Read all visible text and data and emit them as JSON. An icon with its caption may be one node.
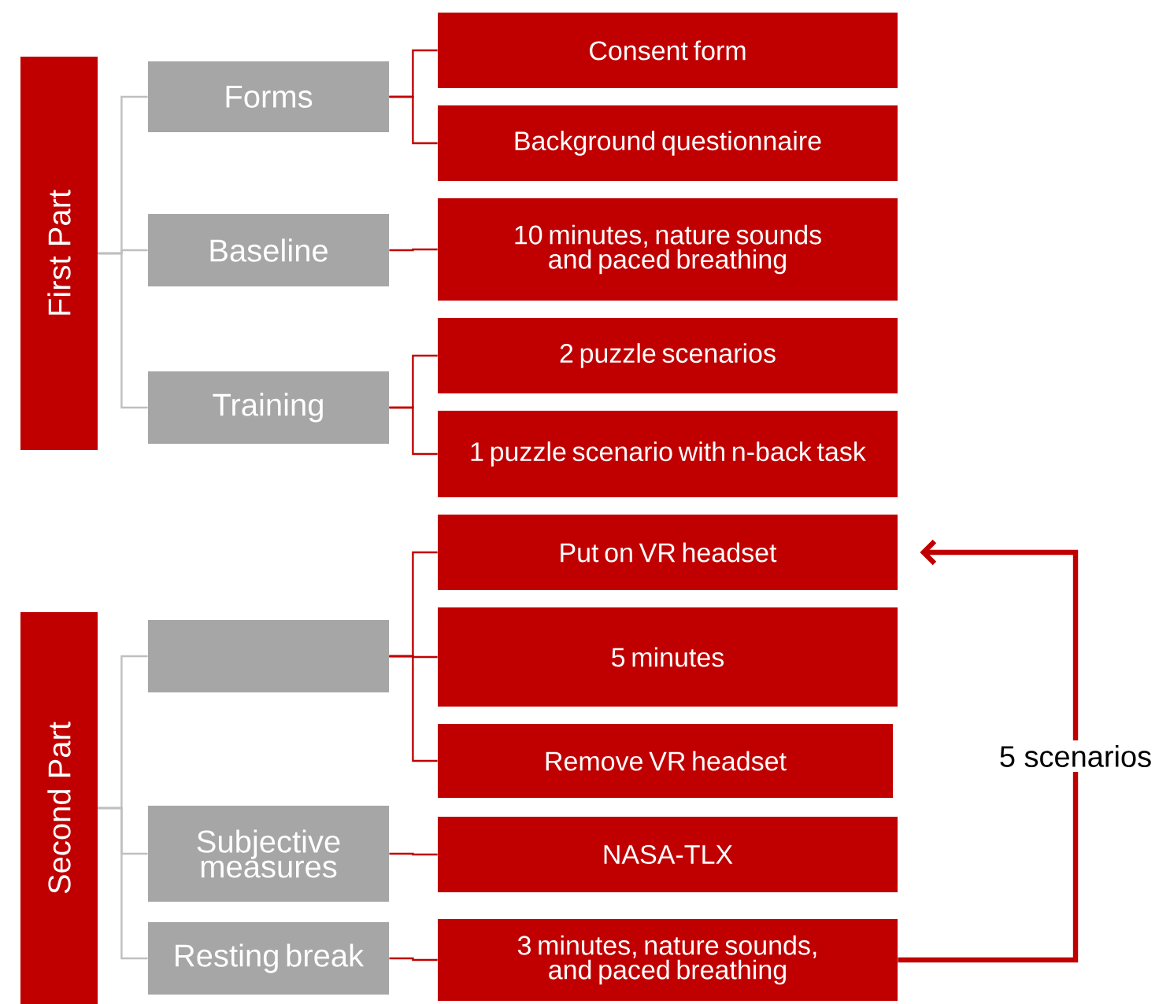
{
  "diagram": {
    "nodes": [
      {
        "text": [
          "First Part"
        ]
      },
      {
        "text": [
          "Forms"
        ]
      },
      {
        "text": [
          "Consent form"
        ]
      },
      {
        "text": [
          "Background questionnaire"
        ]
      },
      {
        "text": [
          "Baseline"
        ]
      },
      {
        "text": [
          "10 minutes, nature sounds and paced breathing"
        ]
      },
      {
        "text": [
          "Training"
        ]
      },
      {
        "text": [
          "2 puzzle scenarios"
        ]
      },
      {
        "text": [
          "1 puzzle scenario with n-back task"
        ]
      },
      {
        "text": [
          "Second Part"
        ]
      },
      {
        "text": [],
        "shape": "box"
      },
      {
        "text": [
          "Put on VR headset"
        ]
      },
      {
        "text": [
          "5 minutes"
        ]
      },
      {
        "text": [
          "Remove VR headset"
        ]
      },
      {
        "text": [
          "Subjective measures"
        ]
      },
      {
        "text": [
          "NASA-TLX"
        ]
      },
      {
        "text": [
          "Resting break"
        ]
      },
      {
        "text": [
          "3 minutes, nature sounds, and paced breathing"
        ]
      }
    ],
    "edges": [
      {
        "from": 0,
        "to": 1,
        "arrow": "none",
        "color": "#bfbfbf"
      },
      {
        "from": 0,
        "to": 4,
        "arrow": "none",
        "color": "#bfbfbf"
      },
      {
        "from": 0,
        "to": 6,
        "arrow": "none",
        "color": "#bfbfbf"
      },
      {
        "from": 1,
        "to": 2,
        "arrow": "none"
      },
      {
        "from": 1,
        "to": 3,
        "arrow": "none"
      },
      {
        "from": 4,
        "to": 5,
        "arrow": "none"
      },
      {
        "from": 6,
        "to": 7,
        "arrow": "none"
      },
      {
        "from": 6,
        "to": 8,
        "arrow": "none"
      },
      {
        "from": 9,
        "to": 10,
        "arrow": "none",
        "color": "#bfbfbf"
      },
      {
        "from": 9,
        "to": 14,
        "arrow": "none",
        "color": "#bfbfbf"
      },
      {
        "from": 9,
        "to": 16,
        "arrow": "none",
        "color": "#bfbfbf"
      },
      {
        "from": 10,
        "to": 11,
        "arrow": "none"
      },
      {
        "from": 10,
        "to": 12,
        "arrow": "none"
      },
      {
        "from": 10,
        "to": 13,
        "arrow": "none"
      },
      {
        "from": 14,
        "to": 15,
        "arrow": "none"
      },
      {
        "from": 16,
        "to": 17,
        "arrow": "none"
      },
      {
        "from": 17,
        "to": 11,
        "arrow": "to",
        "style": "thick",
        "label": "5 scenarios"
      }
    ]
  }
}
